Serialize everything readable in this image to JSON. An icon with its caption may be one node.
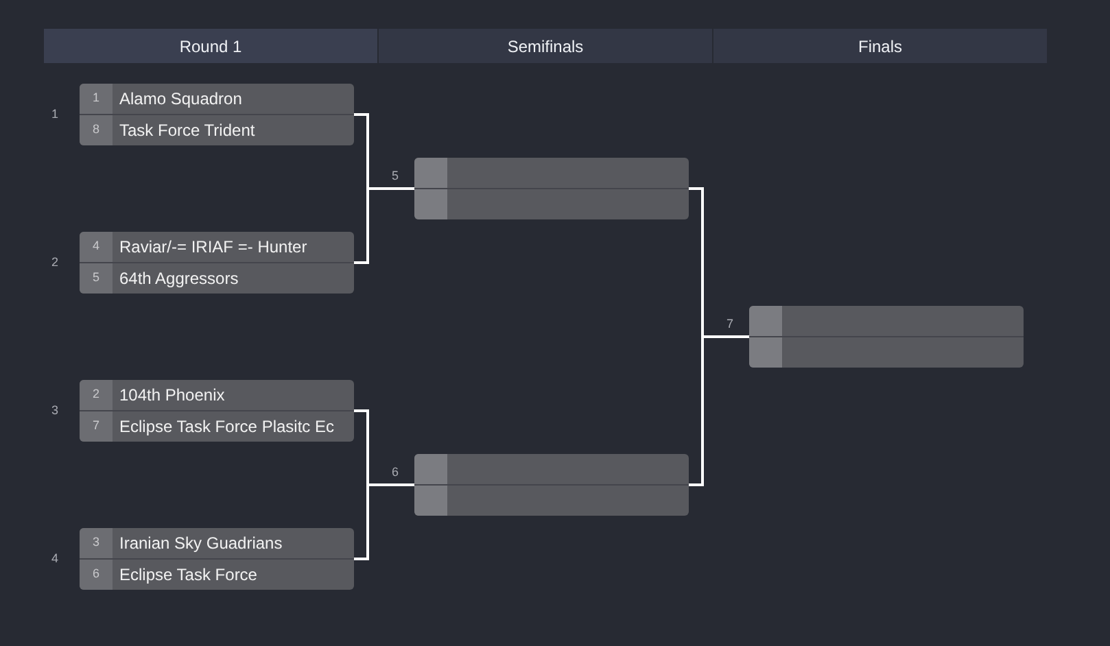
{
  "diagram": {
    "nodes": [
      {
        "text": [
          "1",
          "Alamo Squadron",
          "8",
          "Task Force Trident"
        ],
        "beside": [
          "1"
        ]
      },
      {
        "text": [
          "4",
          "Raviar/-= IRIAF =- Hunter",
          "5",
          "64th Aggressors"
        ],
        "beside": [
          "2"
        ]
      },
      {
        "text": [
          "2",
          "104th Phoenix",
          "7",
          "Eclipse Task Force Plasitc Ec"
        ],
        "beside": [
          "3"
        ]
      },
      {
        "text": [
          "3",
          "Iranian Sky Guadrians",
          "6",
          "Eclipse Task Force"
        ],
        "beside": [
          "4"
        ]
      },
      {
        "text": [],
        "shape": "box",
        "beside": [
          "5"
        ]
      },
      {
        "text": [],
        "shape": "box",
        "beside": [
          "6"
        ]
      },
      {
        "text": [],
        "shape": "box",
        "beside": [
          "7"
        ]
      }
    ],
    "edges": [
      {
        "from": 0,
        "to": 4,
        "arrow": "none"
      },
      {
        "from": 1,
        "to": 4,
        "arrow": "none"
      },
      {
        "from": 2,
        "to": 5,
        "arrow": "none"
      },
      {
        "from": 3,
        "to": 5,
        "arrow": "none"
      },
      {
        "from": 4,
        "to": 6,
        "arrow": "none"
      },
      {
        "from": 5,
        "to": 6,
        "arrow": "none"
      }
    ],
    "labels": [
      "Round 1",
      "Semifinals",
      "Finals"
    ]
  }
}
